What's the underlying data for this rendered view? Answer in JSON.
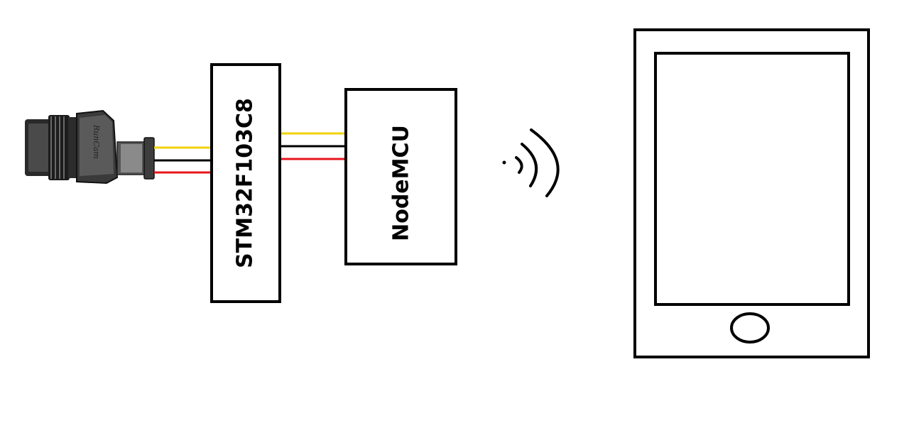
{
  "diagram": {
    "nodes": [
      {
        "id": "camera",
        "icon": "fpv-camera-icon",
        "brand_text": "RunCam"
      },
      {
        "id": "mcu",
        "label": "STM32F103C8"
      },
      {
        "id": "wifi",
        "label": "NodeMCU"
      },
      {
        "id": "signal",
        "icon": "wifi-signal-icon"
      },
      {
        "id": "tablet",
        "icon": "tablet-icon"
      }
    ],
    "wires": [
      {
        "from": "camera",
        "to": "mcu",
        "colors": [
          "#f2d20a",
          "#000000",
          "#e8141b"
        ]
      },
      {
        "from": "mcu",
        "to": "wifi",
        "colors": [
          "#f2d20a",
          "#000000",
          "#e8141b"
        ]
      }
    ],
    "colors": {
      "yellow": "#f2d20a",
      "black": "#000000",
      "red": "#e8141b"
    }
  }
}
